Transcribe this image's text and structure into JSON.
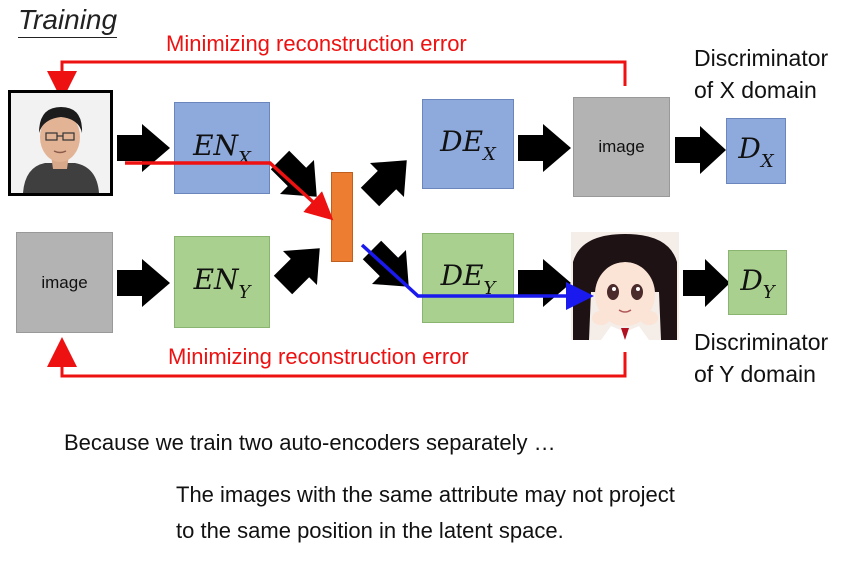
{
  "title": "Training",
  "top_label": "Minimizing reconstruction error",
  "bottom_label": "Minimizing reconstruction error",
  "en_x": {
    "base": "EN",
    "sub": "X"
  },
  "en_y": {
    "base": "EN",
    "sub": "Y"
  },
  "de_x": {
    "base": "DE",
    "sub": "X"
  },
  "de_y": {
    "base": "DE",
    "sub": "Y"
  },
  "d_x": {
    "base": "D",
    "sub": "X"
  },
  "d_y": {
    "base": "D",
    "sub": "Y"
  },
  "image_text_top": "image",
  "image_text_bottom": "image",
  "disc_x": {
    "line1": "Discriminator",
    "line2": "of X domain"
  },
  "disc_y": {
    "line1": "Discriminator",
    "line2": "of Y domain"
  },
  "note1": "Because we train two auto-encoders separately …",
  "note2": "The images with the same attribute may not project",
  "note3": "to the same position in the latent space.",
  "colors": {
    "red": "#ee1111",
    "blue": "#1a1aee",
    "orange": "#ed7d31",
    "encoder_blue": "#8ea9db",
    "encoder_green": "#a9d08e"
  }
}
